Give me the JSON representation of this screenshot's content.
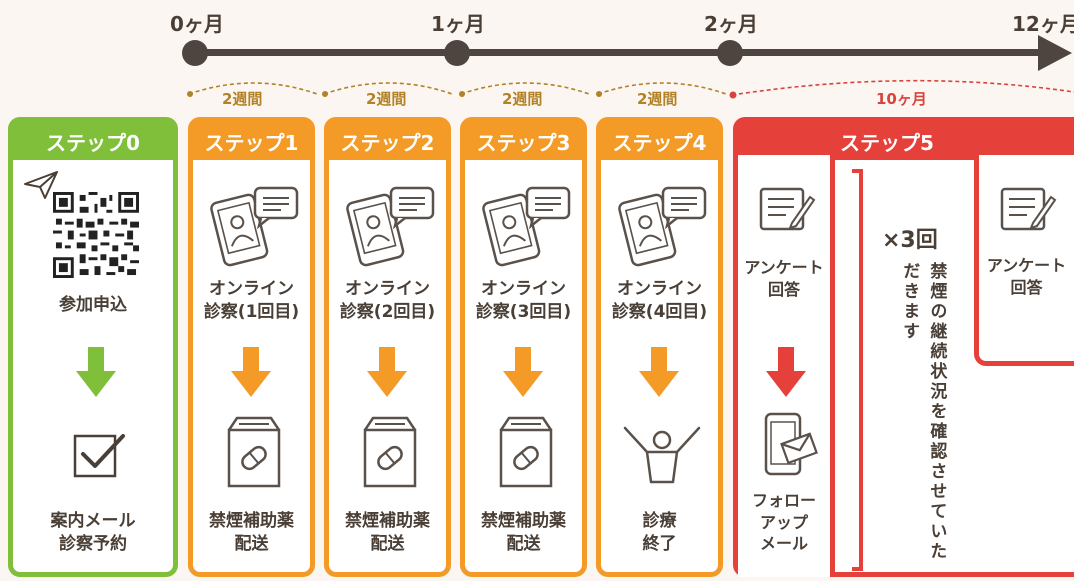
{
  "timeline": {
    "labels": [
      "0ヶ月",
      "1ヶ月",
      "2ヶ月",
      "12ヶ月"
    ]
  },
  "intervals": [
    "2週間",
    "2週間",
    "2週間",
    "2週間",
    "10ヶ月"
  ],
  "steps": [
    {
      "title": "ステップ0",
      "top_text": "参加申込",
      "bottom_text": "案内メール\n診察予約"
    },
    {
      "title": "ステップ1",
      "top_text": "オンライン\n診察(1回目)",
      "bottom_text": "禁煙補助薬\n配送"
    },
    {
      "title": "ステップ2",
      "top_text": "オンライン\n診察(2回目)",
      "bottom_text": "禁煙補助薬\n配送"
    },
    {
      "title": "ステップ3",
      "top_text": "オンライン\n診察(3回目)",
      "bottom_text": "禁煙補助薬\n配送"
    },
    {
      "title": "ステップ4",
      "top_text": "オンライン\n診察(4回目)",
      "bottom_text": "診療\n終了"
    },
    {
      "title": "ステップ5",
      "survey_text": "アンケート\n回答",
      "followup_text": "フォロー\nアップ\nメール",
      "repeat_text": "×3回",
      "vertical_note": "禁煙の継続状況を確認させていただきます",
      "survey_text_2": "アンケート\n回答"
    }
  ],
  "colors": {
    "green": "#7fbf3a",
    "orange": "#f39a27",
    "red": "#e6403b",
    "dark": "#4f4540"
  }
}
